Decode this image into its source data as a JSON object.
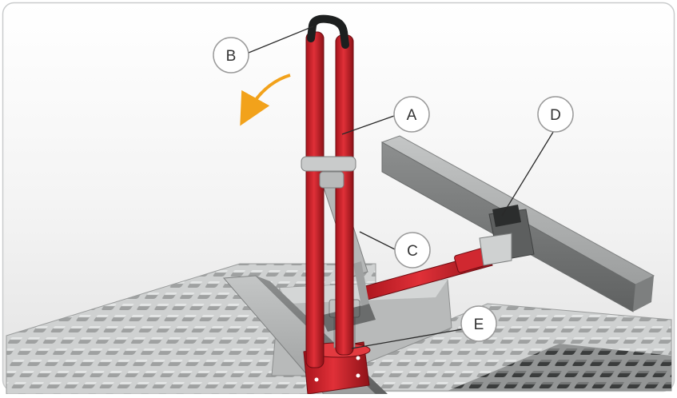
{
  "callouts": [
    {
      "id": "A",
      "label": "A"
    },
    {
      "id": "B",
      "label": "B"
    },
    {
      "id": "C",
      "label": "C"
    },
    {
      "id": "D",
      "label": "D"
    },
    {
      "id": "E",
      "label": "E"
    }
  ],
  "colors": {
    "handle_red": "#c8202a",
    "handle_red_dark": "#8e1218",
    "rail_gray": "#a9abab",
    "rail_dark": "#6f7171",
    "arrow_orange": "#f2a21b",
    "frame_border": "#c9cbcc",
    "callout_border": "#9a9a9a"
  },
  "icons": {
    "rotation_arrow": "curved-arrow-icon"
  }
}
